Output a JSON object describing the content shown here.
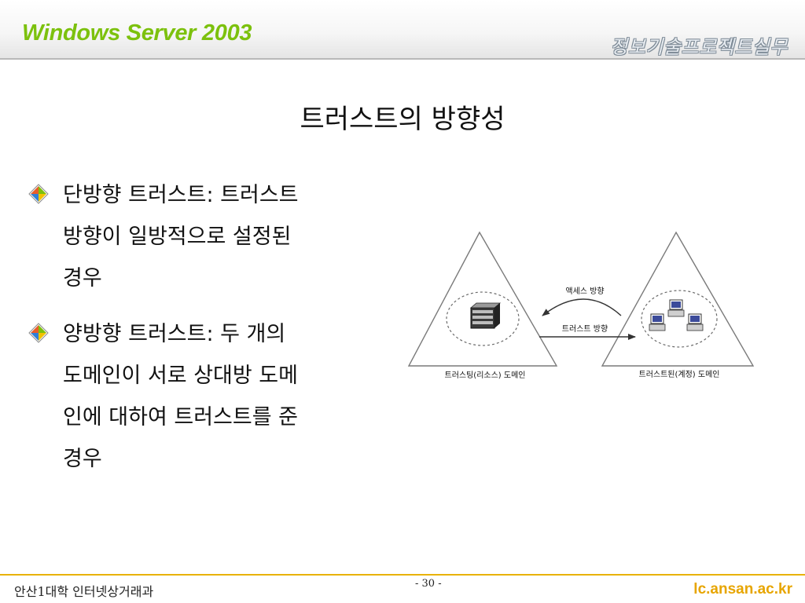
{
  "header": {
    "title": "Windows Server 2003",
    "right_text": "정보기술프로젝트실무"
  },
  "slide": {
    "title": "트러스트의 방향성",
    "bullets": [
      {
        "lines": [
          "단방향 트러스트: 트러스트",
          "방향이 일방적으로 설정된",
          "경우"
        ]
      },
      {
        "lines": [
          "양방향 트러스트: 두 개의",
          "도메인이 서로 상대방 도메",
          "인에 대하여 트러스트를 준",
          "경우"
        ]
      }
    ]
  },
  "diagram": {
    "access_label": "액세스 방향",
    "trust_label": "트러스트 방향",
    "left_domain_label": "트러스팅(리소스) 도메인",
    "right_domain_label": "트러스트된(계정) 도메인",
    "icons": [
      "server-icon",
      "computer-icon"
    ]
  },
  "footer": {
    "left": "안산1대학 인터넷상거래과",
    "page": "- 30 -",
    "right": "lc.ansan.ac.kr"
  },
  "colors": {
    "header_title": "#7cc10d",
    "footer_line": "#e8b200",
    "footer_right": "#e7a500"
  }
}
